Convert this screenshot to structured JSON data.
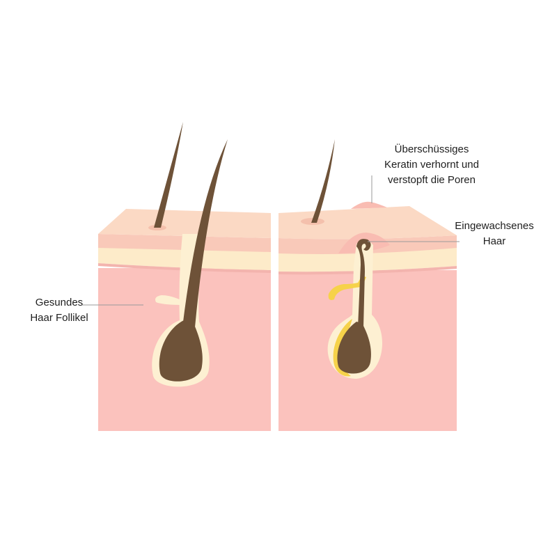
{
  "labels": {
    "healthy": [
      "Gesundes",
      "Haar Follikel"
    ],
    "keratin": [
      "Überschüssiges",
      "Keratin verhornt und",
      "verstopft die Poren"
    ],
    "ingrown": [
      "Eingewachsenes",
      "Haar"
    ]
  },
  "colors": {
    "epidermis_top": "#fbd9c4",
    "epidermis_band": "#f9c9b9",
    "cream_layer": "#fdebc9",
    "dermis": "#fbc2bd",
    "hair": "#6e5238",
    "follicle_sheath": "#fdf0d2",
    "sebum": "#f6d24a",
    "bump": "#f9bcb2",
    "leader_line": "#9a9a9a"
  }
}
